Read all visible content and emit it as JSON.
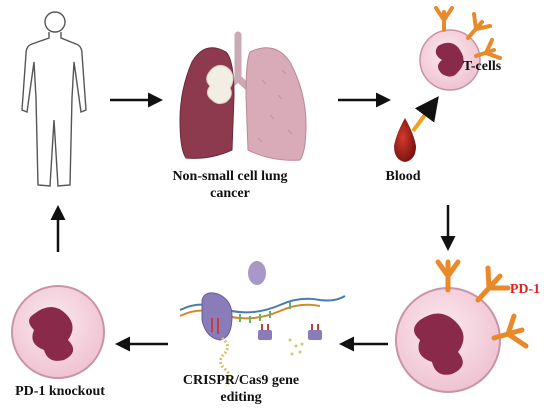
{
  "labels": {
    "lung_cancer": "Non-small cell lung cancer",
    "blood": "Blood",
    "t_cells": "T-cells",
    "pd1": "PD-1",
    "crispr": "CRISPR/Cas9 gene editing",
    "knockout": "PD-1 knockout"
  },
  "colors": {
    "arrow": "#111111",
    "pd1_text": "#e32020",
    "receptor": "#e8892a",
    "cell_fill": "#f6d9e2",
    "nucleus": "#8a2a4a",
    "lung_left": "#8e3a4e",
    "lung_right": "#d9aab8",
    "blood_drop": "#9b1b1b",
    "blood_arrow": "#f0a020"
  },
  "icons": [
    "human-figure-icon",
    "lungs-icon",
    "t-cell-icon",
    "blood-drop-icon",
    "crispr-complex-icon",
    "knockout-cell-icon"
  ]
}
